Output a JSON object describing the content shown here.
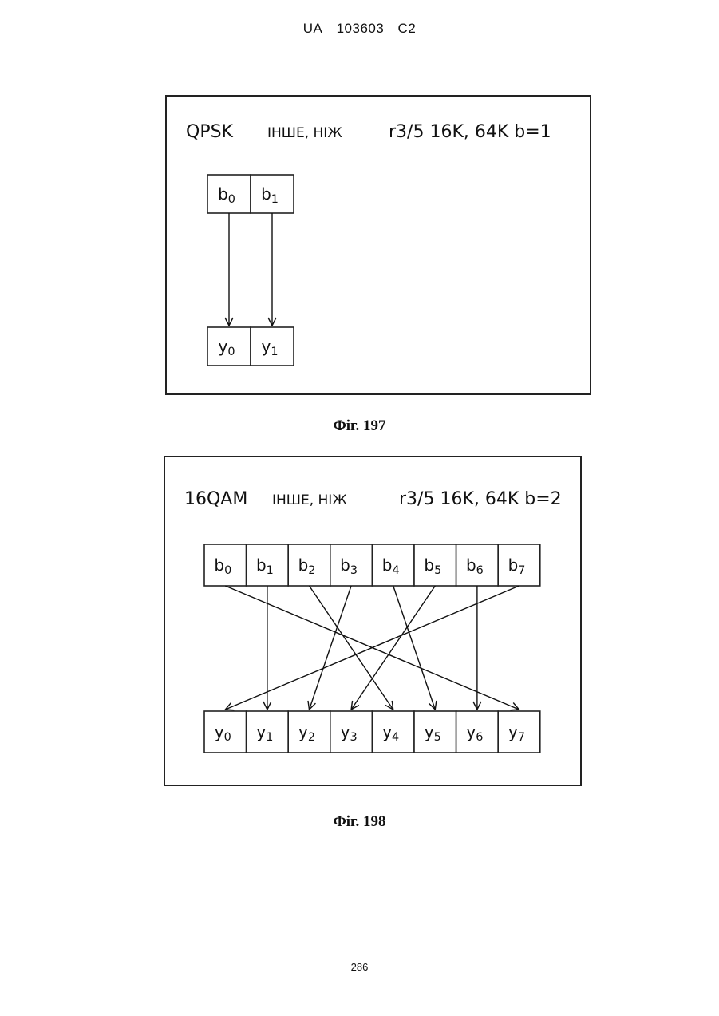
{
  "header": {
    "country": "UA",
    "number": "103603",
    "kind": "C2"
  },
  "figure197": {
    "modulation": "QPSK",
    "qualifier": "ІНШЕ, НІЖ",
    "params": "r3/5 16K, 64K b=1",
    "inputs": [
      "0",
      "1"
    ],
    "outputs": [
      "0",
      "1"
    ],
    "input_letter": "b",
    "output_letter": "y",
    "mapping": [
      0,
      1
    ],
    "caption": "Фіг. 197"
  },
  "figure198": {
    "modulation": "16QAM",
    "qualifier": "ІНШЕ, НІЖ",
    "params": "r3/5 16K, 64K b=2",
    "inputs": [
      "0",
      "1",
      "2",
      "3",
      "4",
      "5",
      "6",
      "7"
    ],
    "outputs": [
      "0",
      "1",
      "2",
      "3",
      "4",
      "5",
      "6",
      "7"
    ],
    "input_letter": "b",
    "output_letter": "y",
    "mapping": [
      7,
      1,
      4,
      2,
      5,
      3,
      6,
      0
    ],
    "caption": "Фіг. 198"
  },
  "page_number": "286"
}
